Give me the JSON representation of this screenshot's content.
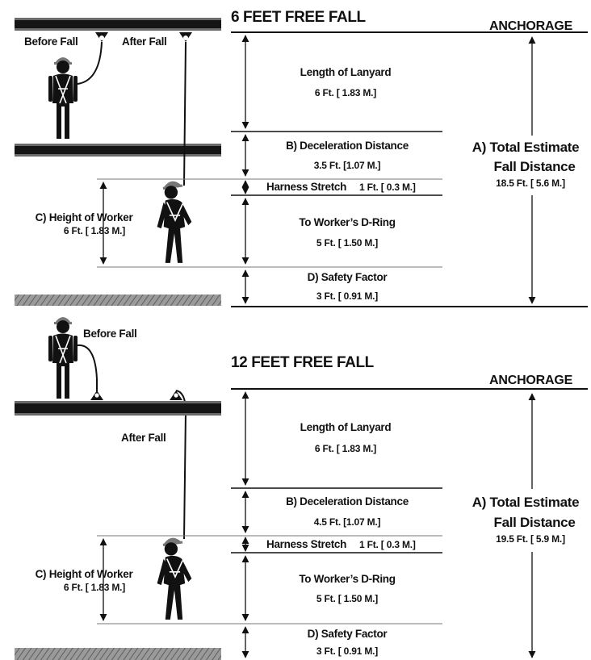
{
  "panels": [
    {
      "title": "6 FEET FREE FALL",
      "anchorage": "ANCHORAGE",
      "before_fall": "Before Fall",
      "after_fall": "After Fall",
      "lanyard_label": "Length of Lanyard",
      "lanyard_value": "6 Ft. [ 1.83 M.]",
      "decel_label": "B)  Deceleration Distance",
      "decel_value": "3.5 Ft. [1.07 M.]",
      "harness_label": "Harness Stretch",
      "harness_value": "1 Ft. [ 0.3 M.]",
      "dring_label": "To Worker’s D-Ring",
      "dring_value": "5 Ft. [ 1.50 M.]",
      "safety_label": "D)  Safety Factor",
      "safety_value": "3 Ft. [ 0.91 M.]",
      "worker_label": "C)  Height of Worker",
      "worker_value": "6 Ft. [ 1.83 M.]",
      "total_label_1": "A) Total Estimate",
      "total_label_2": "Fall Distance",
      "total_value": "18.5 Ft. [ 5.6 M.]"
    },
    {
      "title": "12 FEET FREE FALL",
      "anchorage": "ANCHORAGE",
      "before_fall": "Before Fall",
      "after_fall": "After Fall",
      "lanyard_label": "Length of Lanyard",
      "lanyard_value": "6 Ft. [ 1.83 M.]",
      "decel_label": "B)  Deceleration Distance",
      "decel_value": "4.5 Ft. [1.07 M.]",
      "harness_label": "Harness Stretch",
      "harness_value": "1 Ft. [ 0.3 M.]",
      "dring_label": "To Worker’s D-Ring",
      "dring_value": "5 Ft. [ 1.50 M.]",
      "safety_label": "D)  Safety Factor",
      "safety_value": "3 Ft. [ 0.91 M.]",
      "worker_label": "C)  Height of Worker",
      "worker_value": "6 Ft. [ 1.83 M.]",
      "total_label_1": "A) Total Estimate",
      "total_label_2": "Fall Distance",
      "total_value": "19.5 Ft. [ 5.9 M.]"
    }
  ],
  "icons": {
    "arrow": "double-arrow-icon",
    "worker": "worker-icon",
    "anchor": "anchor-icon",
    "beam": "steel-beam-icon",
    "ground": "ground-hatch-icon"
  }
}
